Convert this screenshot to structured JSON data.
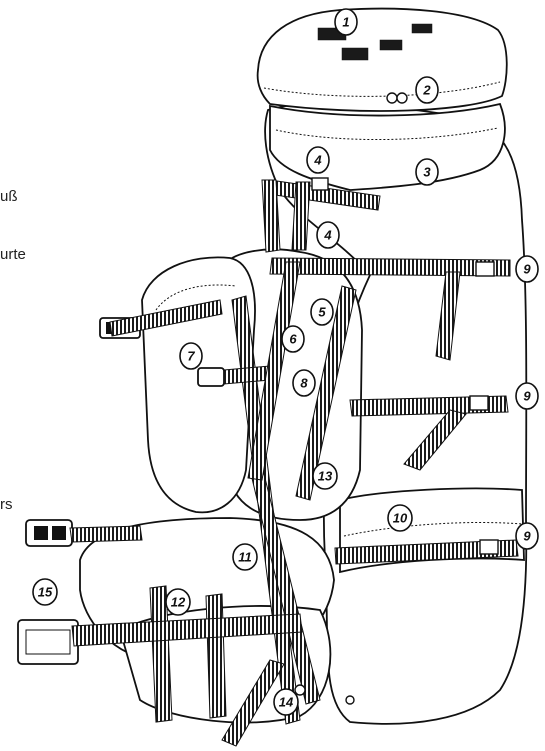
{
  "side_texts": [
    "uß",
    "urte",
    "rs"
  ],
  "callouts": [
    "1",
    "2",
    "3",
    "4",
    "4",
    "5",
    "6",
    "7",
    "8",
    "9",
    "9",
    "9",
    "10",
    "11",
    "12",
    "13",
    "14",
    "15"
  ]
}
